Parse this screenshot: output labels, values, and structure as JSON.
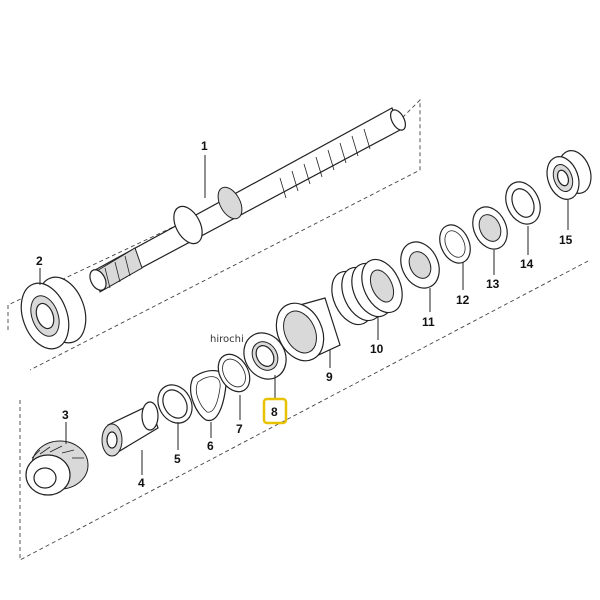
{
  "watermark": "hirochi",
  "highlight_color": "#e8c200",
  "labels": {
    "p1": "1",
    "p2": "2",
    "p3": "3",
    "p4": "4",
    "p5": "5",
    "p6": "6",
    "p7": "7",
    "p8": "8",
    "p9": "9",
    "p10": "10",
    "p11": "11",
    "p12": "12",
    "p13": "13",
    "p14": "14",
    "p15": "15"
  },
  "highlighted_part": "8"
}
